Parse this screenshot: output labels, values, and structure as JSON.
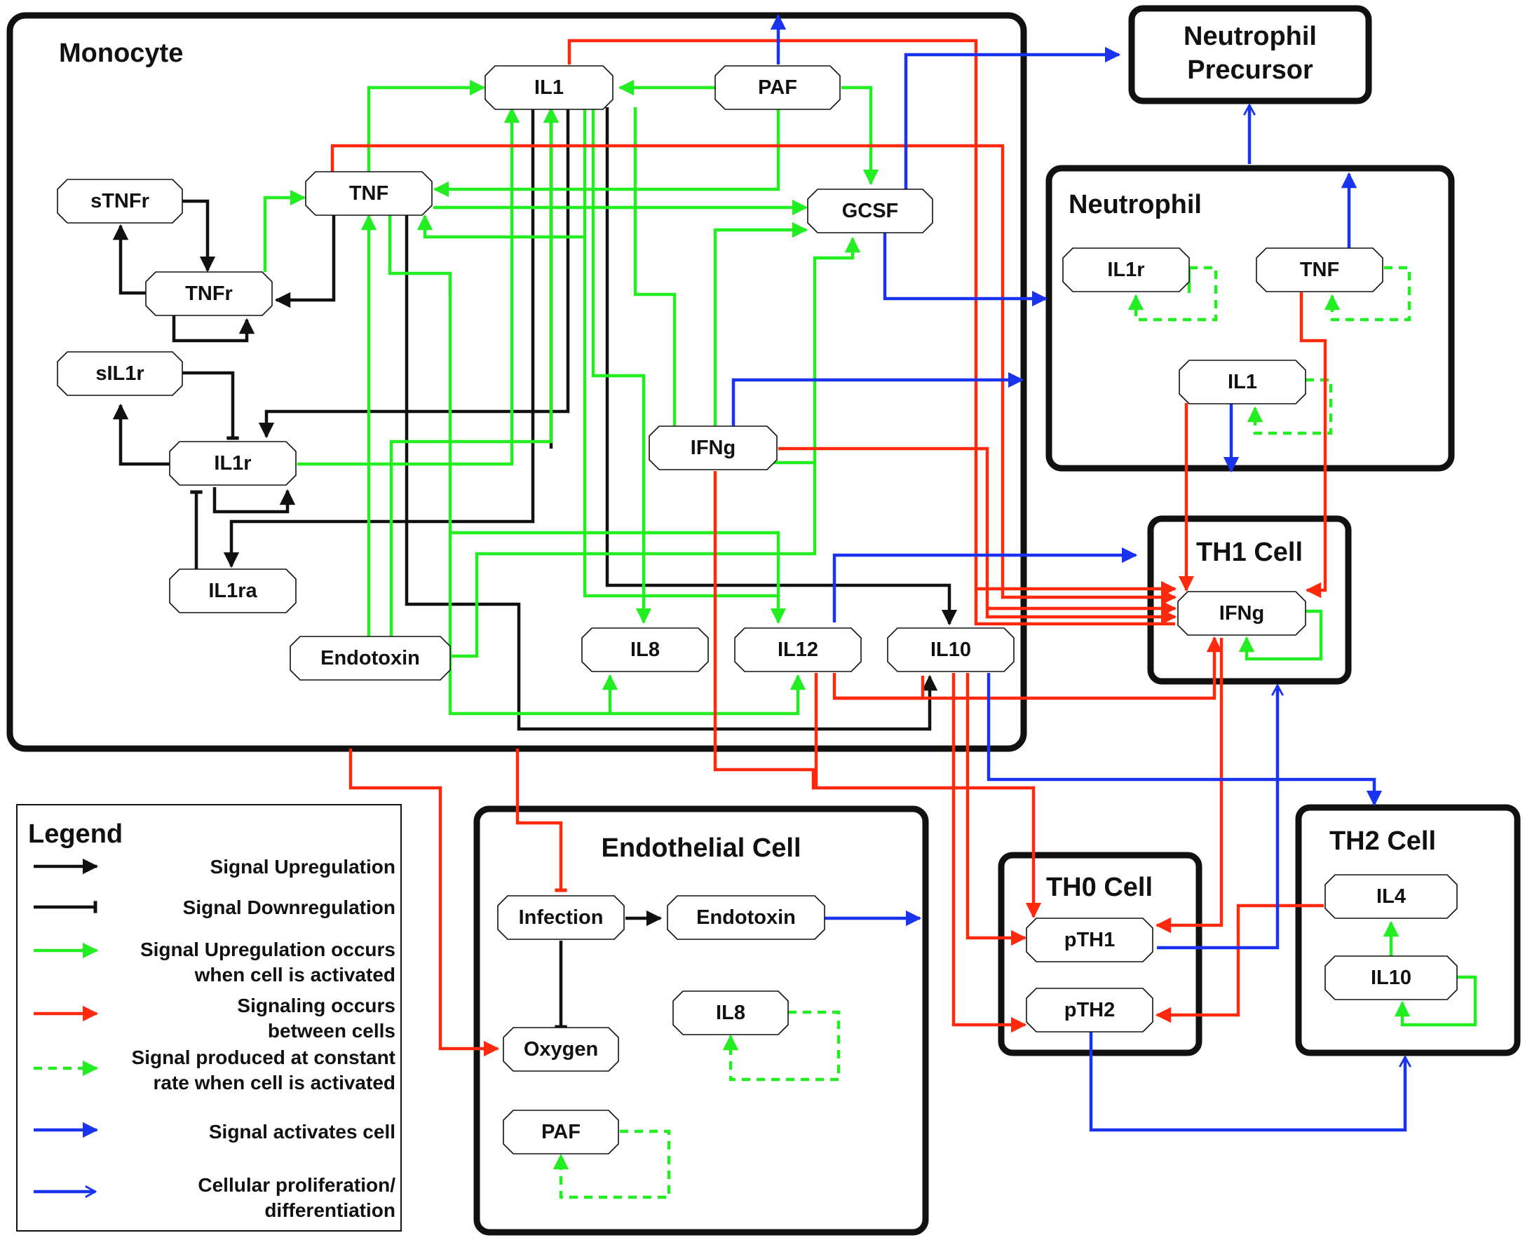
{
  "colors": {
    "upregulation": "#111111",
    "activated": "#22ee22",
    "between_cells": "#ff2a0e",
    "activates_cell": "#1a33ee"
  },
  "cells": {
    "monocyte": "Monocyte",
    "neutrophil_precursor_line1": "Neutrophil",
    "neutrophil_precursor_line2": "Precursor",
    "neutrophil": "Neutrophil",
    "th1": "TH1 Cell",
    "endothelial": "Endothelial Cell",
    "th0": "TH0 Cell",
    "th2": "TH2 Cell"
  },
  "nodes": {
    "mono_il1": "IL1",
    "mono_paf": "PAF",
    "mono_tnf": "TNF",
    "mono_gcsf": "GCSF",
    "mono_stnfr": "sTNFr",
    "mono_tnfr": "TNFr",
    "mono_sil1r": "sIL1r",
    "mono_il1r": "IL1r",
    "mono_ifng": "IFNg",
    "mono_il1ra": "IL1ra",
    "mono_endotoxin": "Endotoxin",
    "mono_il8": "IL8",
    "mono_il12": "IL12",
    "mono_il10": "IL10",
    "neut_il1r": "IL1r",
    "neut_tnf": "TNF",
    "neut_il1": "IL1",
    "th1_ifng": "IFNg",
    "endo_infection": "Infection",
    "endo_endotoxin": "Endotoxin",
    "endo_oxygen": "Oxygen",
    "endo_il8": "IL8",
    "endo_paf": "PAF",
    "th0_pth1": "pTH1",
    "th0_pth2": "pTH2",
    "th2_il4": "IL4",
    "th2_il10": "IL10"
  },
  "legend": {
    "title": "Legend",
    "items": [
      {
        "lines": [
          "Signal Upregulation"
        ],
        "style": "black-arrow"
      },
      {
        "lines": [
          "Signal Downregulation"
        ],
        "style": "black-bar"
      },
      {
        "lines": [
          "Signal Upregulation occurs",
          "when cell is activated"
        ],
        "style": "green-arrow"
      },
      {
        "lines": [
          "Signaling occurs",
          "between cells"
        ],
        "style": "red-arrow"
      },
      {
        "lines": [
          "Signal produced at constant",
          "rate when cell is activated"
        ],
        "style": "green-dashed-arrow"
      },
      {
        "lines": [
          "Signal activates cell"
        ],
        "style": "blue-arrow"
      },
      {
        "lines": [
          "Cellular proliferation/",
          "differentiation"
        ],
        "style": "blue-fork"
      }
    ]
  }
}
